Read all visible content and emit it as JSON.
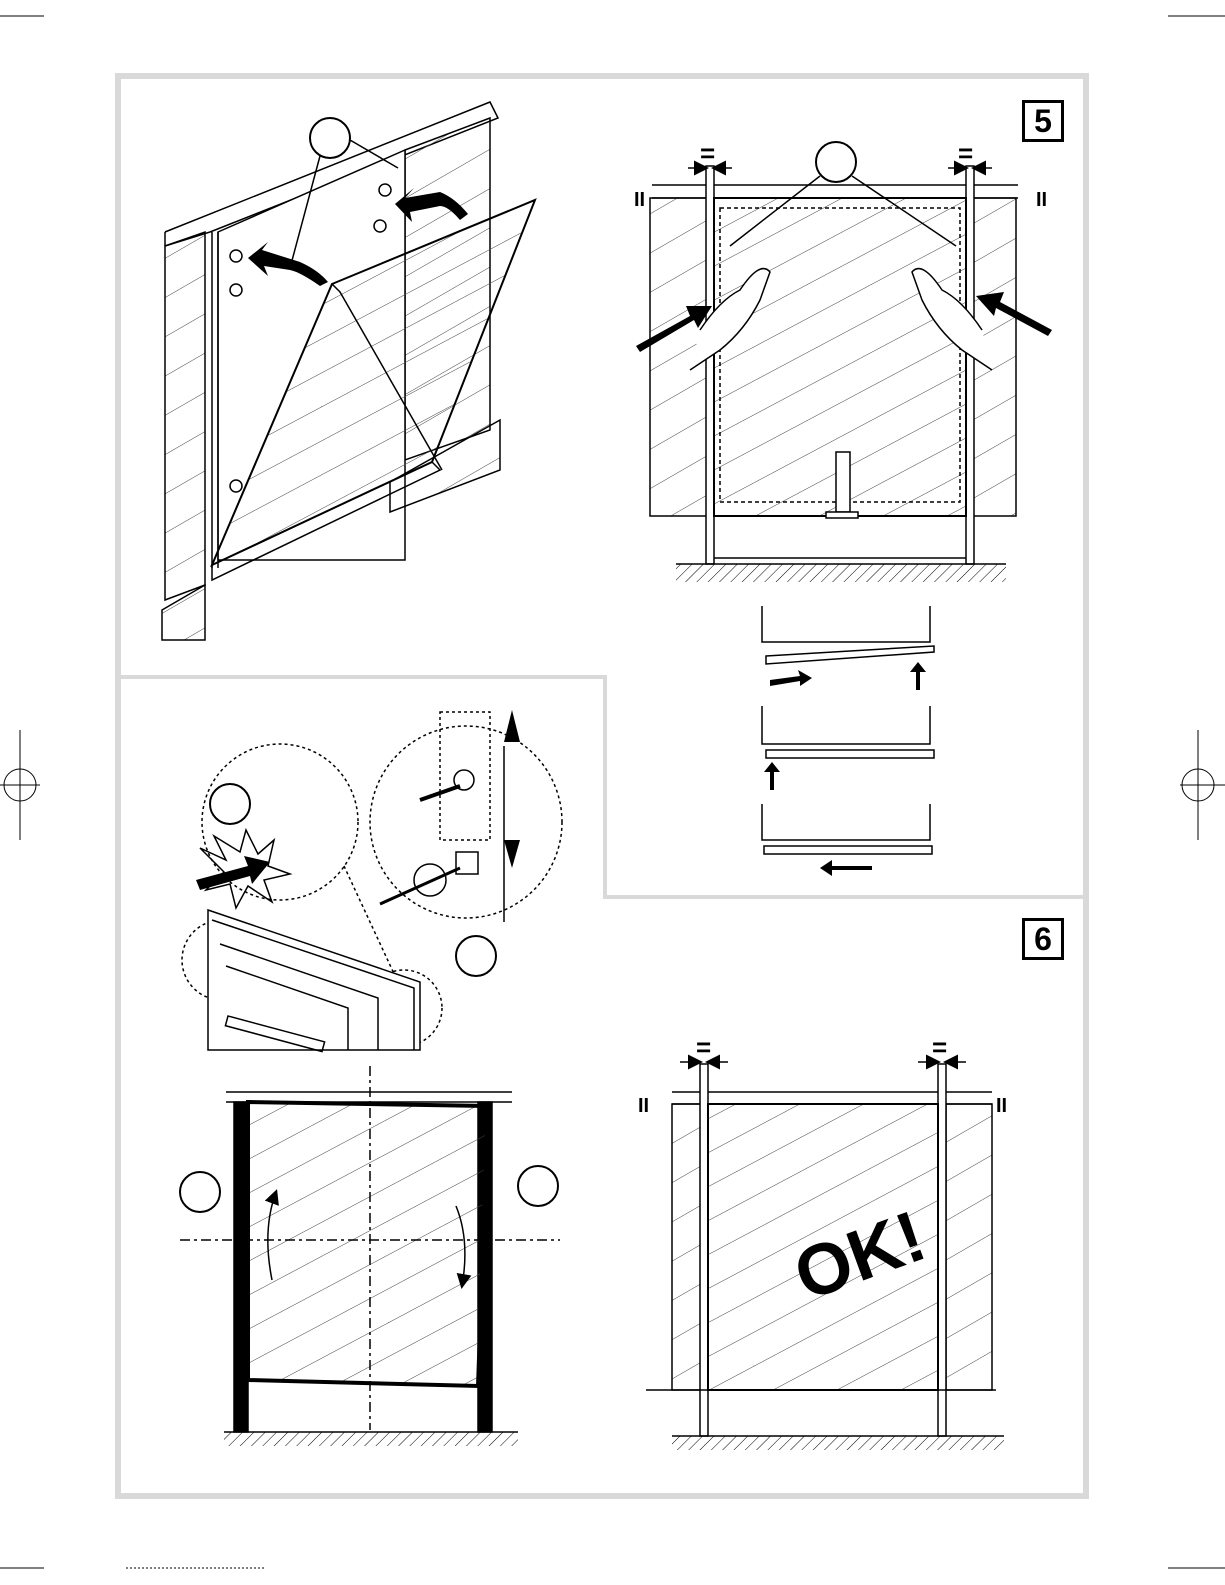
{
  "steps": [
    {
      "number": "5"
    },
    {
      "number": "6"
    }
  ],
  "marks": {
    "equal": "=",
    "parallel": "II"
  },
  "result_text": "OK!",
  "colors": {
    "frame_border": "#d9d9d9",
    "ink": "#000000",
    "hatch": "#333333"
  }
}
